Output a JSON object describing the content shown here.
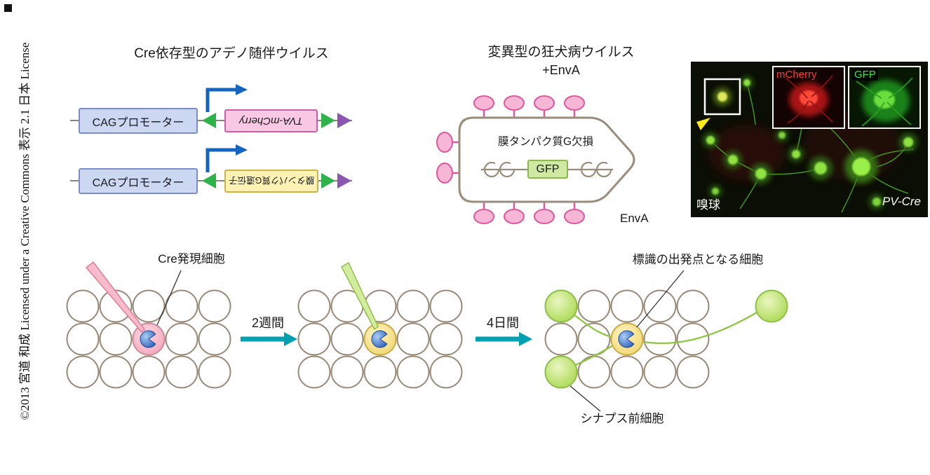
{
  "copyright": "©2013 宮道 和成 Licensed under a Creative Commons 表示 2.1 日本 License",
  "aav": {
    "title": "Cre依存型のアデノ随伴ウイルス",
    "promoter_label": "CAGプロモーター",
    "gene1_label": "TVA-mCherry",
    "gene2_label": "膜タンパク質G遺伝子"
  },
  "rabies": {
    "title": "変異型の狂犬病ウイルス",
    "subtitle": "+EnvA",
    "g_deleted_label": "膜タンパク質G欠損",
    "gfp_label": "GFP",
    "enva_label": "EnvA"
  },
  "micrograph": {
    "inset_red_label": "mCherry",
    "inset_green_label": "GFP",
    "region_label": "嗅球",
    "line_label": "PV-Cre"
  },
  "schematic": {
    "cre_cell_label": "Cre発現細胞",
    "step1_label": "2週間",
    "step2_label": "4日間",
    "starter_cell_label": "標識の出発点となる細胞",
    "presynaptic_label": "シナプス前細胞"
  },
  "colors": {
    "promoter_box": "#ccd7f2",
    "gene1_box": "#f9c8e5",
    "gene2_box": "#fdf2b4",
    "lox_green": "#2eb34a",
    "lox_purple": "#8a56b0",
    "transcription_arrow": "#1565c0",
    "virion_outline": "#9b8b7b",
    "enva_spike": "#f7b6d6",
    "gfp_box": "#cfe8a2",
    "step_arrow": "#00a0b0",
    "cre_protein": "#2a5cb8"
  }
}
